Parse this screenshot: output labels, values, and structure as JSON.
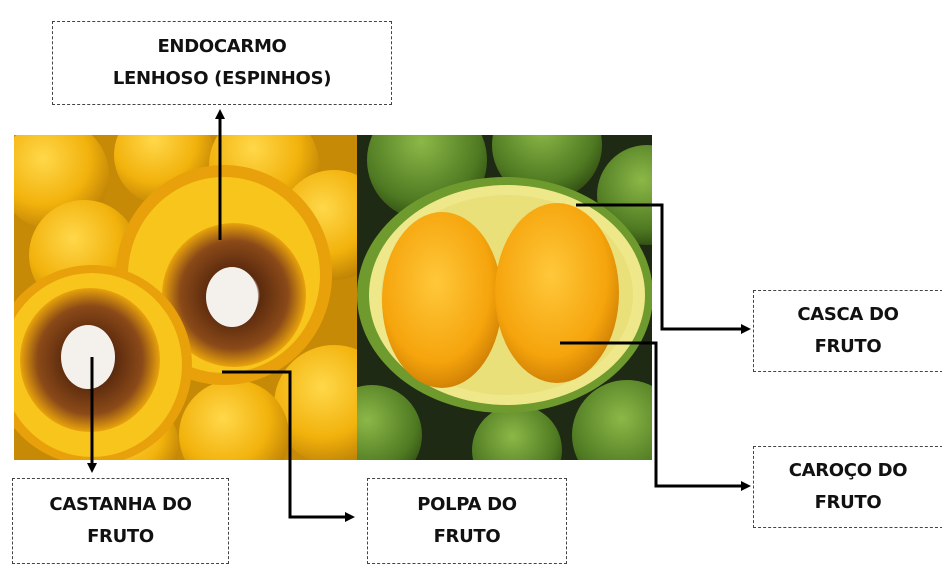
{
  "labels": {
    "endocarp": {
      "line1": "ENDOCARMO",
      "line2": "LENHOSO (ESPINHOS)"
    },
    "husk": {
      "line1": "CASCA DO",
      "line2": "FRUTO"
    },
    "seed": {
      "line1": "CAROÇO DO",
      "line2": "FRUTO"
    },
    "nut": {
      "line1": "CASTANHA DO",
      "line2": "FRUTO"
    },
    "pulp": {
      "line1": "POLPA DO",
      "line2": "FRUTO"
    }
  },
  "colors": {
    "arrow": "#000000",
    "box_border": "#444444",
    "pupunha_orange": "#f2b20c",
    "pupunha_fiber": "#7a3a14",
    "nut_white": "#f4f1ec",
    "fruit_green": "#5b8a2a",
    "seed_orange": "#f5a40c"
  }
}
